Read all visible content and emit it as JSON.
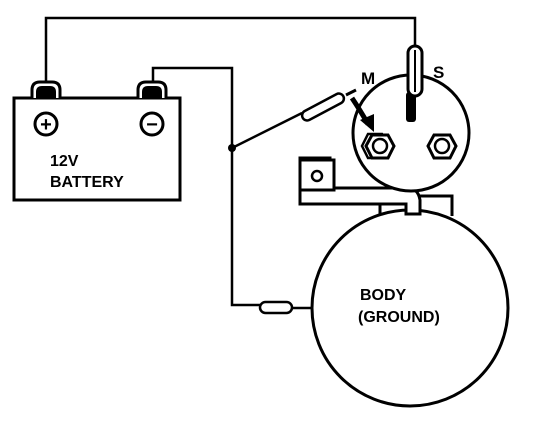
{
  "battery": {
    "voltage_label": "12V",
    "name_label": "BATTERY",
    "positive_symbol": "+",
    "negative_symbol": "−"
  },
  "solenoid": {
    "m_label": "M",
    "s_label": "S"
  },
  "motor": {
    "body_label": "BODY",
    "ground_label": "(GROUND)"
  },
  "colors": {
    "ink": "#000000",
    "paper": "#ffffff"
  }
}
